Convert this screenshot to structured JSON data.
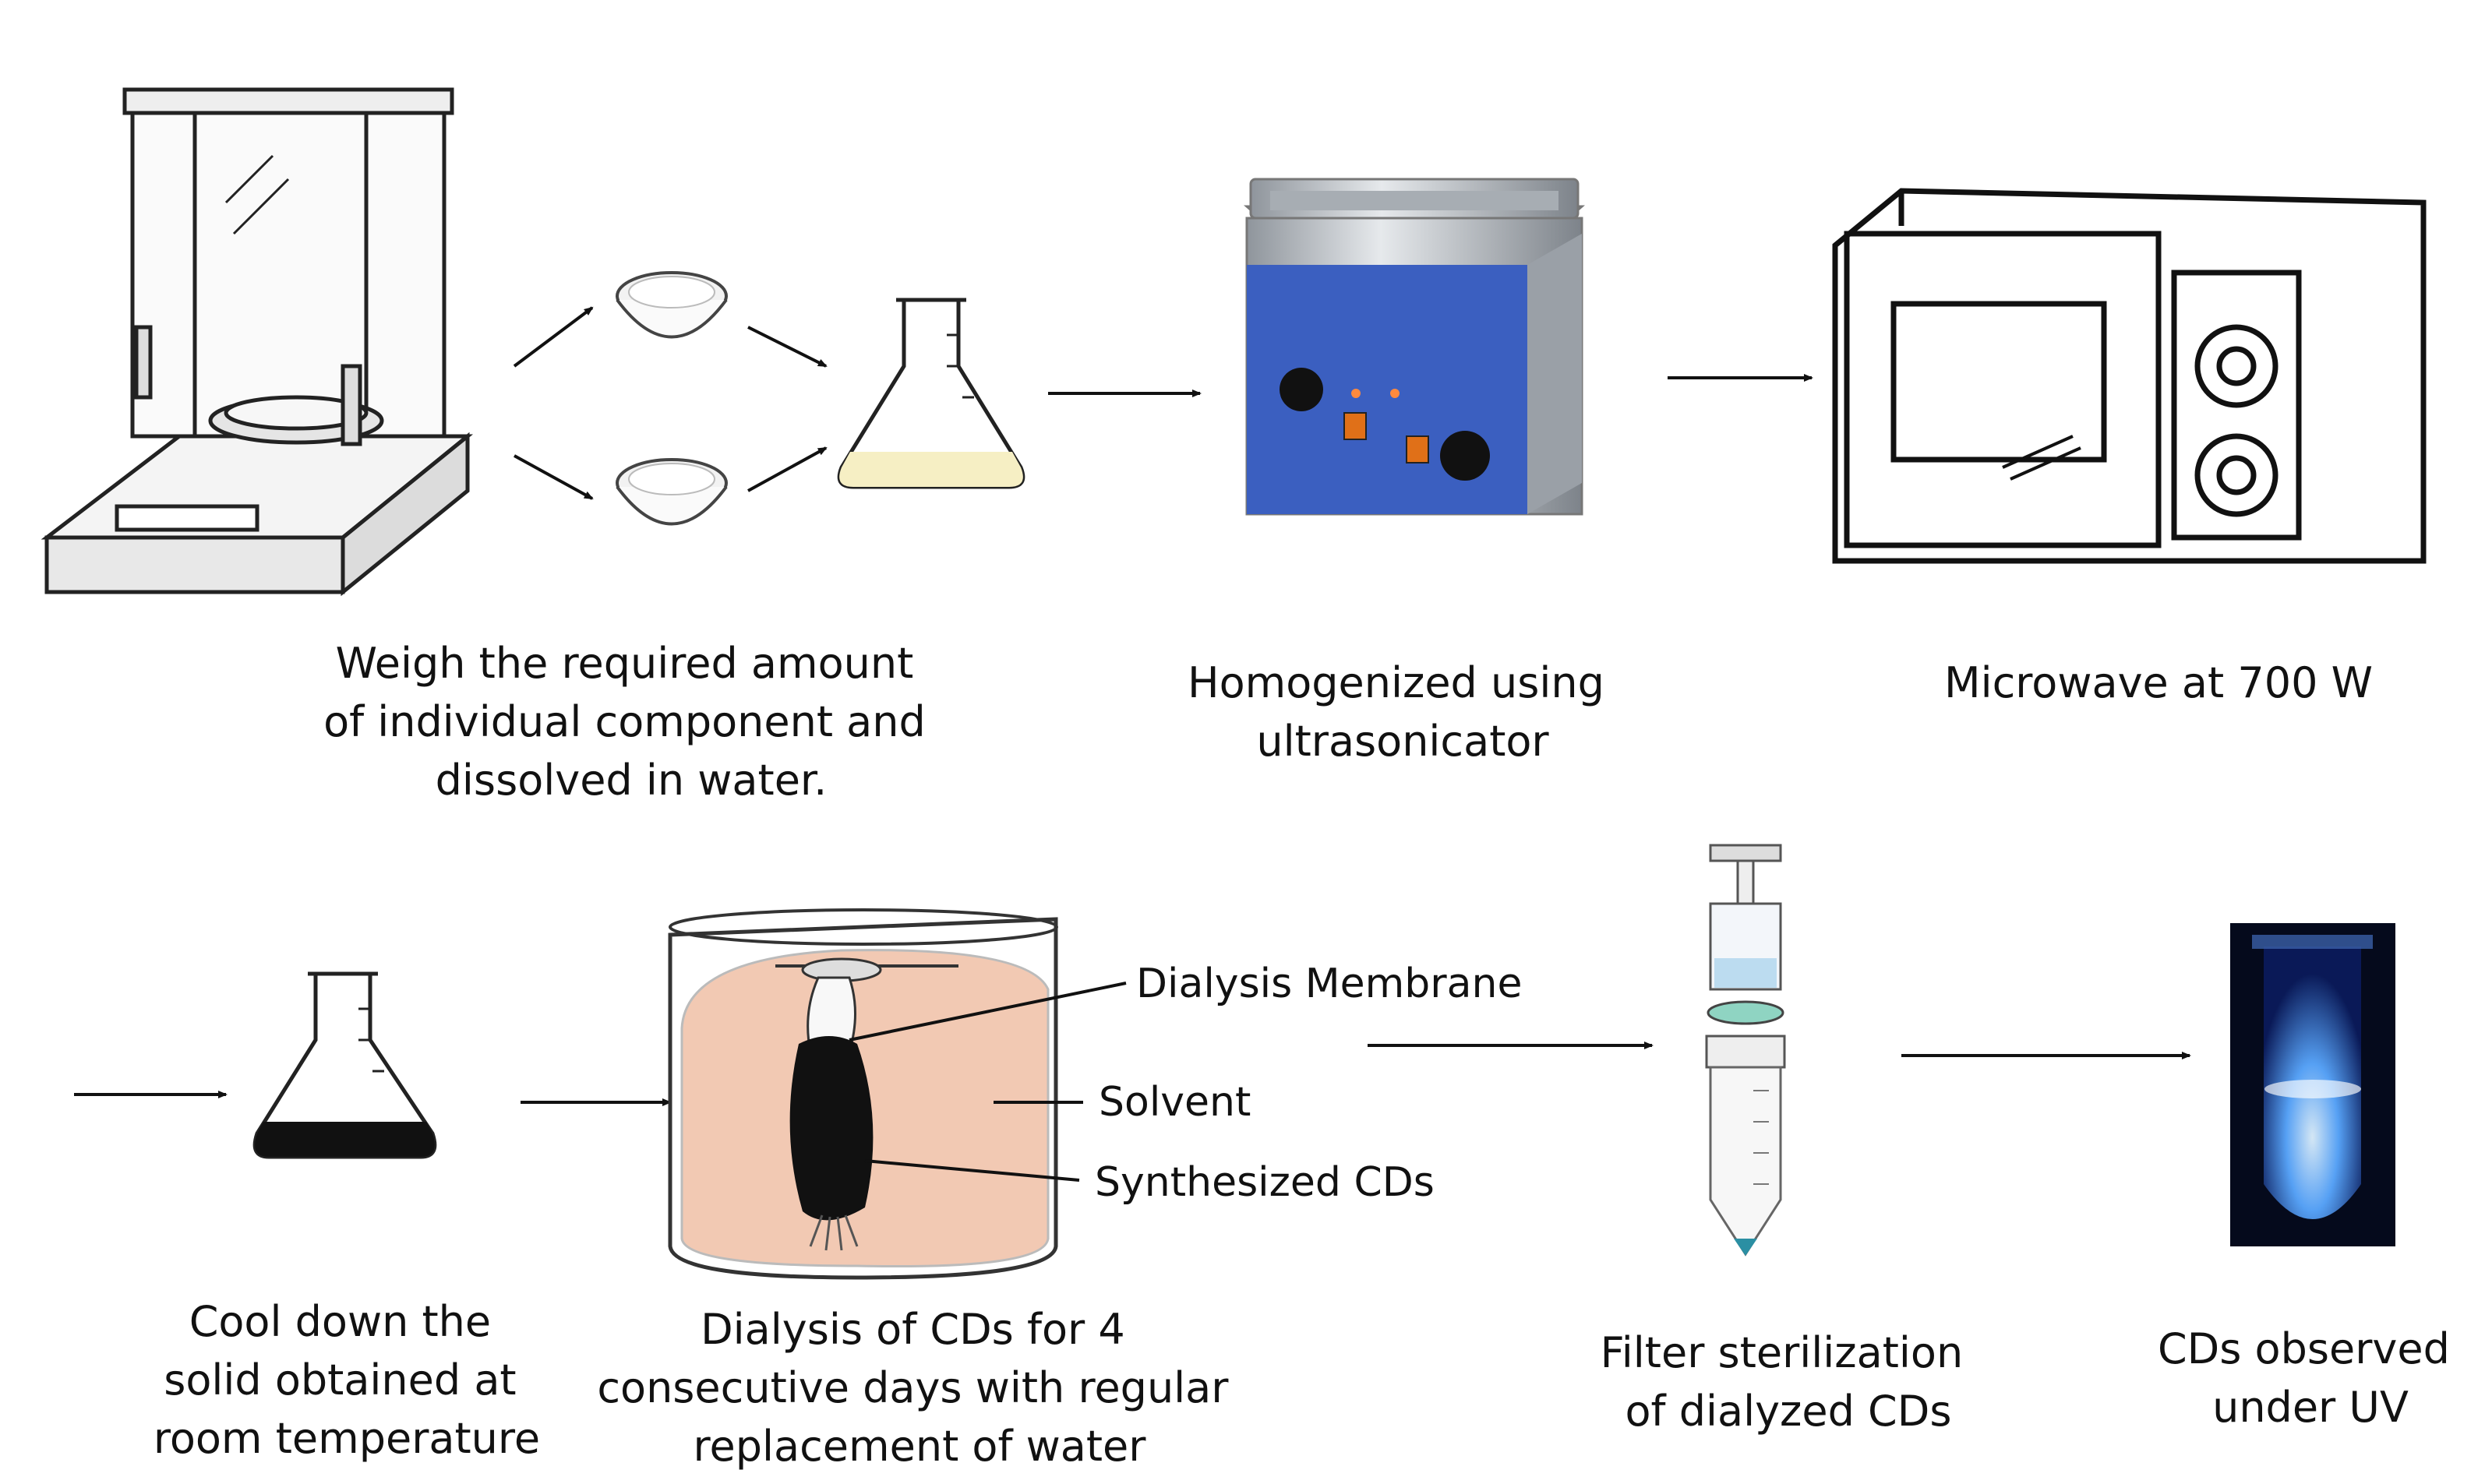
{
  "captions": {
    "weigh": [
      "Weigh the required amount",
      "of individual component and",
      "dissolved in water."
    ],
    "homogenize": [
      "Homogenized using",
      "ultrasonicator"
    ],
    "microwave": [
      "Microwave at 700 W"
    ],
    "cool": [
      "Cool down the",
      "solid obtained at",
      "room temperature"
    ],
    "dialysis": [
      "Dialysis of CDs for 4",
      "consecutive days with regular",
      "replacement of water"
    ],
    "filter": [
      "Filter sterilization",
      "of dialyzed CDs"
    ],
    "uv": [
      "CDs observed",
      "under UV"
    ]
  },
  "dialysis_labels": {
    "membrane": "Dialysis Membrane",
    "solvent": "Solvent",
    "synthesized": "Synthesized CDs"
  },
  "colors": {
    "ultrasonicator_panel": "#3b5fc0",
    "flask_solution": "#f6efc4",
    "solid": "#111111",
    "dialysis_solvent": "#f2c9b3",
    "uv_glow": "#5aa8ff"
  }
}
